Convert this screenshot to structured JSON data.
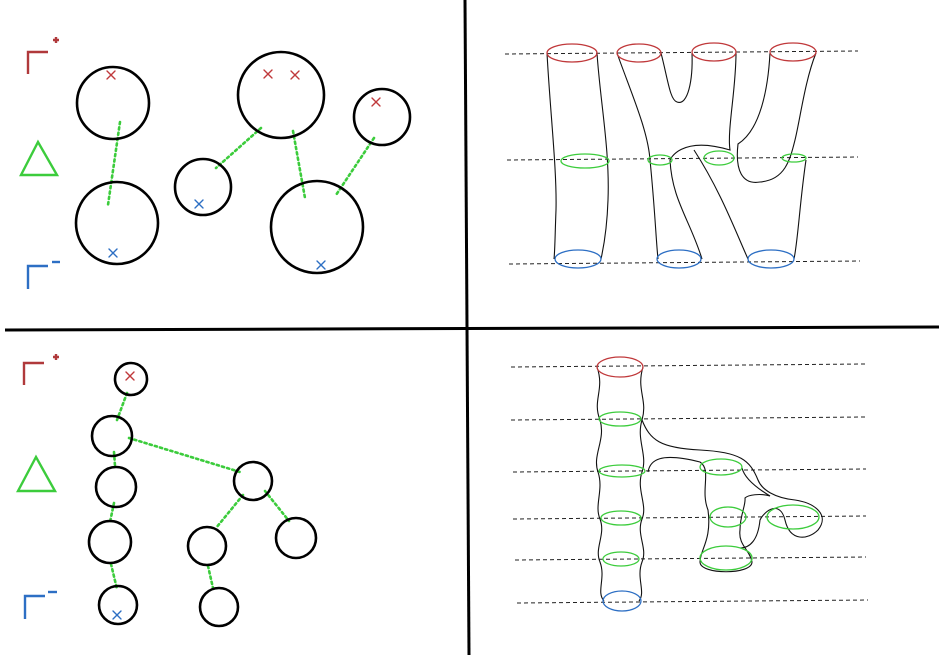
{
  "colors": {
    "positive": "#c0393b",
    "middle": "#3ccc3c",
    "negative": "#2d6fc4",
    "line": "#000000"
  },
  "legend": {
    "top_labels": [
      "gamma-plus",
      "triangle",
      "gamma-minus"
    ],
    "bottom_labels": [
      "gamma-plus",
      "triangle",
      "gamma-minus"
    ]
  }
}
